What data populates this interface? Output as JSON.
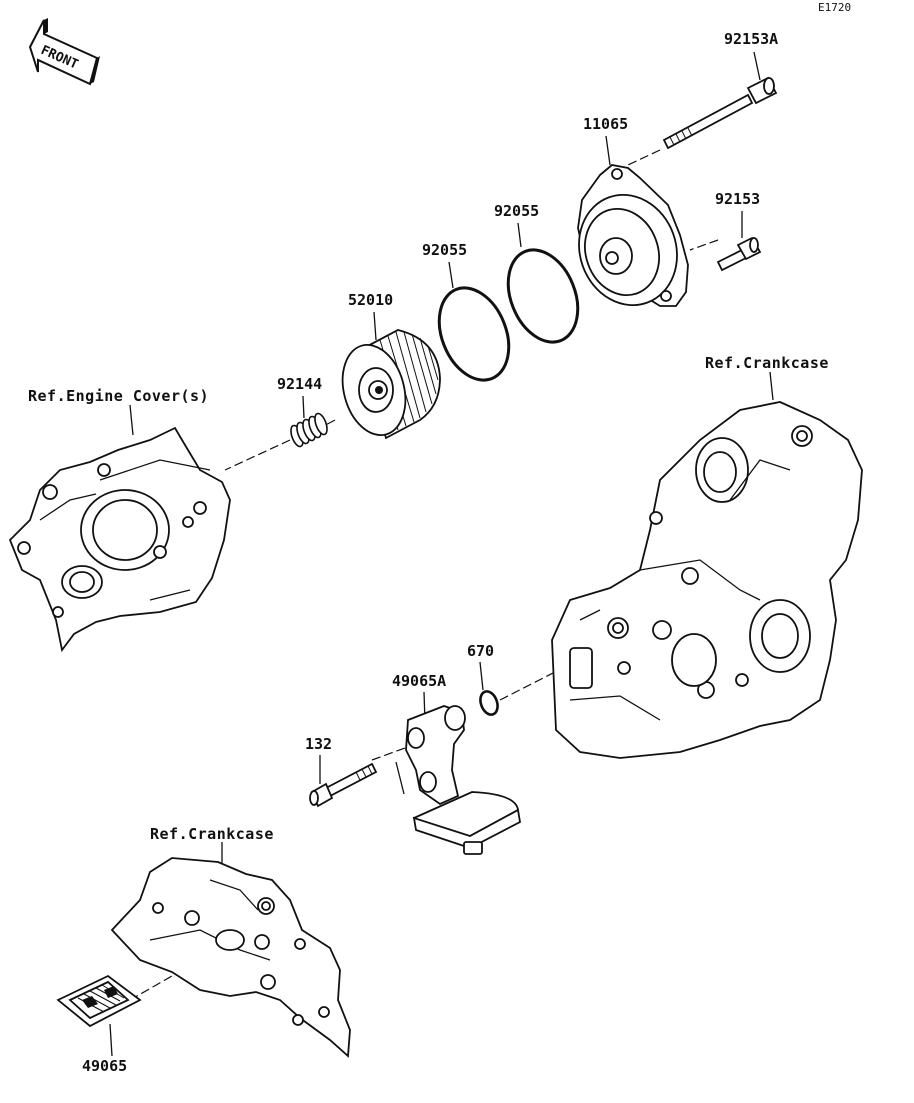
{
  "diagram_code": "E1720",
  "front_arrow": {
    "text": "FRONT",
    "icon": "front-arrow-icon"
  },
  "parts": [
    {
      "id": "bolt-92153a",
      "number": "92153A"
    },
    {
      "id": "cover-11065",
      "number": "11065"
    },
    {
      "id": "bolt-92153",
      "number": "92153"
    },
    {
      "id": "oring-92055-right",
      "number": "92055"
    },
    {
      "id": "oring-92055-left",
      "number": "92055"
    },
    {
      "id": "filter-52010",
      "number": "52010"
    },
    {
      "id": "spring-92144",
      "number": "92144"
    },
    {
      "id": "oring-670",
      "number": "670"
    },
    {
      "id": "screen-49065a",
      "number": "49065A"
    },
    {
      "id": "bolt-132",
      "number": "132"
    },
    {
      "id": "screen-49065",
      "number": "49065"
    }
  ],
  "references": {
    "engine_cover": "Ref.Engine Cover(s)",
    "crankcase_right": "Ref.Crankcase",
    "crankcase_lower": "Ref.Crankcase"
  }
}
